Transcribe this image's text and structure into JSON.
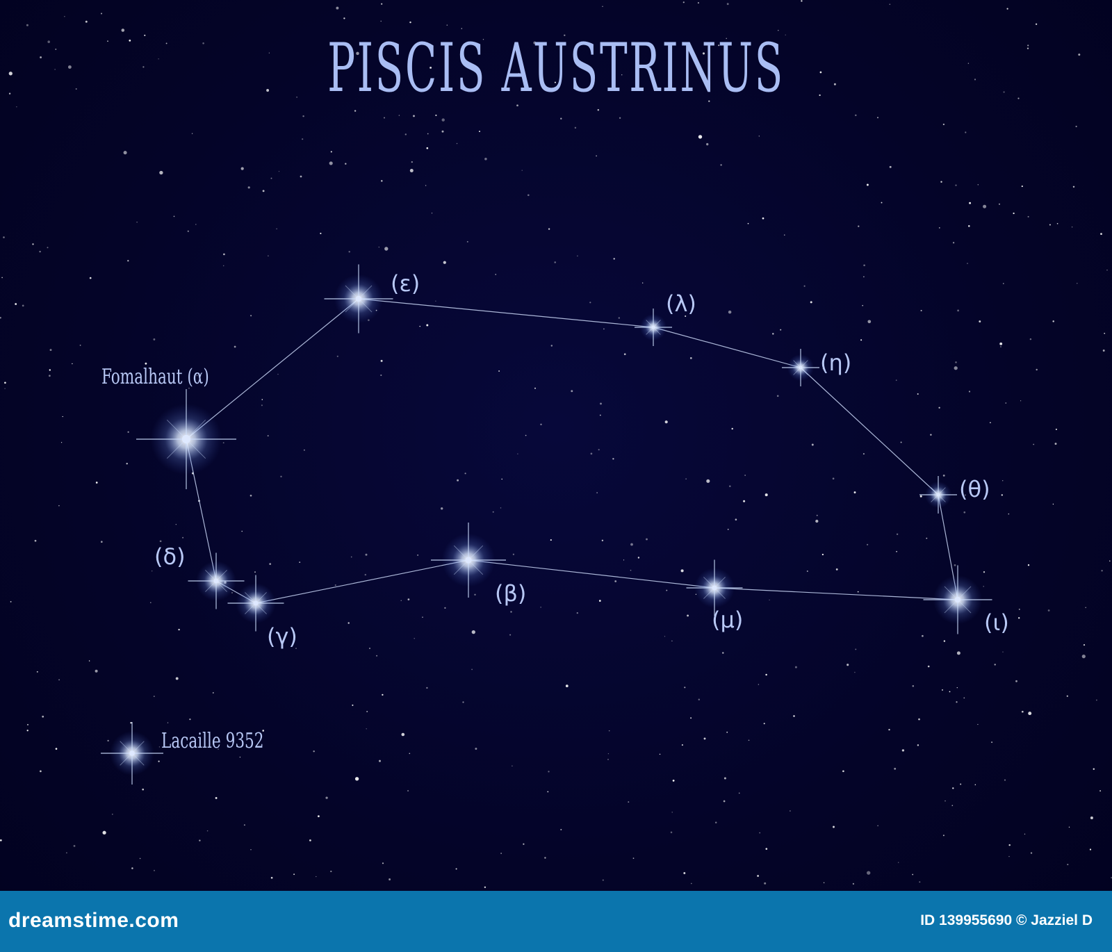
{
  "title": "PISCIS AUSTRINUS",
  "stars": {
    "fomalhaut": {
      "label": "Fomalhaut (α)"
    },
    "epsilon": {
      "label": "(ε)"
    },
    "lambda": {
      "label": "(λ)"
    },
    "eta": {
      "label": "(η)"
    },
    "theta": {
      "label": "(θ)"
    },
    "iota": {
      "label": "(ι)"
    },
    "mu": {
      "label": "(μ)"
    },
    "beta": {
      "label": "(β)"
    },
    "gamma": {
      "label": "(γ)"
    },
    "delta": {
      "label": "(δ)"
    },
    "lacaille": {
      "label": "Lacaille 9352"
    }
  },
  "footer": {
    "site": "dreamstime.com",
    "credit": "ID 139955690 © Jazziel D"
  },
  "colors": {
    "sky": "#03032a",
    "star": "#dfe9ff",
    "line": "#c9d6f5",
    "label": "#b8c8f5",
    "footer": "#0b75ad"
  }
}
